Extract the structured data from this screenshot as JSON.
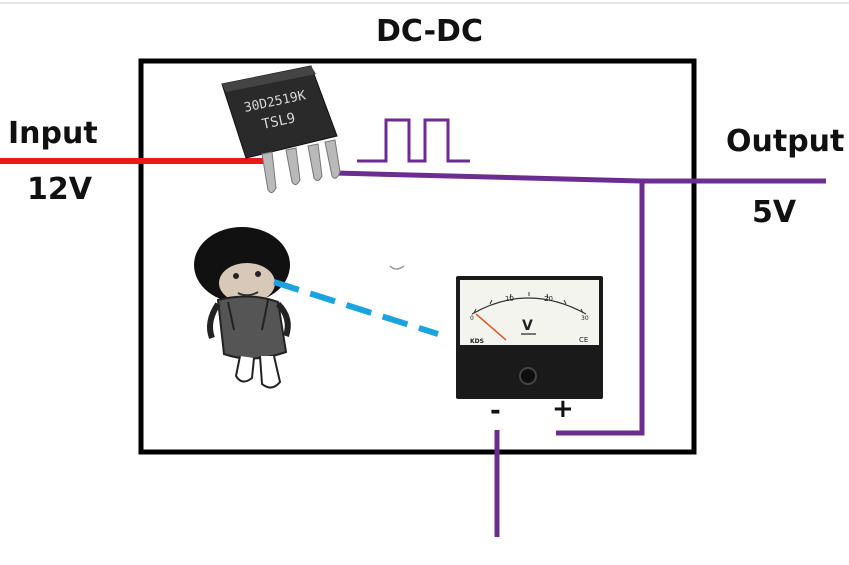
{
  "title": "DC-DC",
  "input": {
    "label": "Input",
    "voltage": "12V",
    "wire_color": "#e8191b"
  },
  "output": {
    "label": "Output",
    "voltage": "5V",
    "wire_color": "#6b2d8f"
  },
  "chip": {
    "line1": "30D2519K",
    "line2": "TSL9"
  },
  "meter": {
    "unit": "V",
    "scale": [
      "0",
      "10",
      "20",
      "30"
    ],
    "brand": "KDS",
    "class_mark": "CE",
    "neg_terminal": "-",
    "pos_terminal": "+"
  },
  "colors": {
    "box": "#000000",
    "probe_line": "#1ba3e0",
    "wire": "#6b2d8f",
    "input_wire": "#e8191b"
  },
  "icons": {
    "chip": "mosfet-chip-icon",
    "meter": "analog-voltmeter-icon",
    "character": "meme-character-icon"
  }
}
